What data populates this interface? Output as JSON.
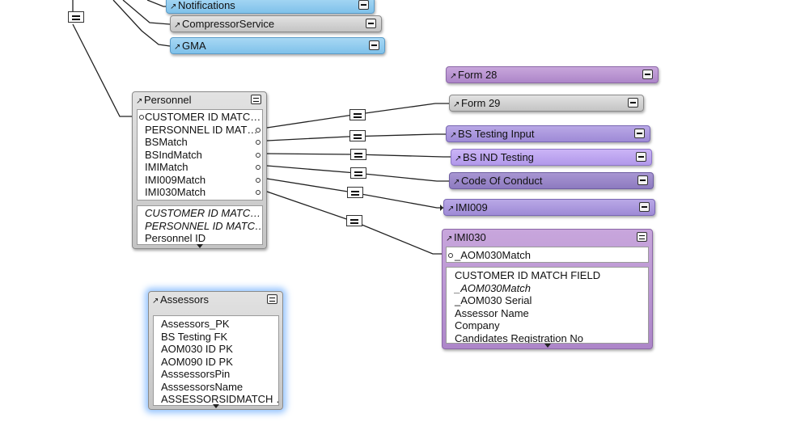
{
  "tables": {
    "notifications": {
      "title": "Notifications",
      "color": "#8fcbef"
    },
    "compressor_service": {
      "title": "CompressorService",
      "color": "#cfcfcf"
    },
    "gma": {
      "title": "GMA",
      "color": "#8fcbef"
    },
    "form28": {
      "title": "Form 28",
      "color": "#b892d2"
    },
    "form29": {
      "title": "Form 29",
      "color": "#cfcfcf"
    },
    "bs_testing_input": {
      "title": "BS Testing Input",
      "color": "#a490d0"
    },
    "bs_ind_testing": {
      "title": "BS IND Testing",
      "color": "#bca4f0"
    },
    "code_of_conduct": {
      "title": "Code Of Conduct",
      "color": "#9a88c8"
    },
    "imi009": {
      "title": "IMI009",
      "color": "#a890d8"
    },
    "personnel": {
      "title": "Personnel",
      "match_fields": [
        "CUSTOMER ID MATC…",
        "PERSONNEL ID MAT…",
        "BSMatch",
        "BSIndMatch",
        "IMIMatch",
        "IMI009Match",
        "IMI030Match"
      ],
      "other_fields": [
        "CUSTOMER ID MATC…",
        "PERSONNEL ID MATC…",
        "Personnel ID"
      ]
    },
    "imi030": {
      "title": "IMI030",
      "match_fields": [
        "_AOM030Match"
      ],
      "other_fields": [
        "CUSTOMER ID MATCH FIELD",
        "_AOM030Match",
        "_AOM030 Serial",
        "Assessor Name",
        "Company",
        "Candidates Registration No"
      ]
    },
    "assessors": {
      "title": "Assessors",
      "fields": [
        "Assessors_PK",
        "BS Testing FK",
        "AOM030 ID PK",
        "AOM090 ID PK",
        "AsssessorsPin",
        "AsssessorsName",
        "ASSESSORSIDMATCH …"
      ]
    }
  },
  "icons": {
    "table_arrow": "arrow-icon",
    "collapse": "minimize-icon",
    "relationship": "equals-icon"
  }
}
